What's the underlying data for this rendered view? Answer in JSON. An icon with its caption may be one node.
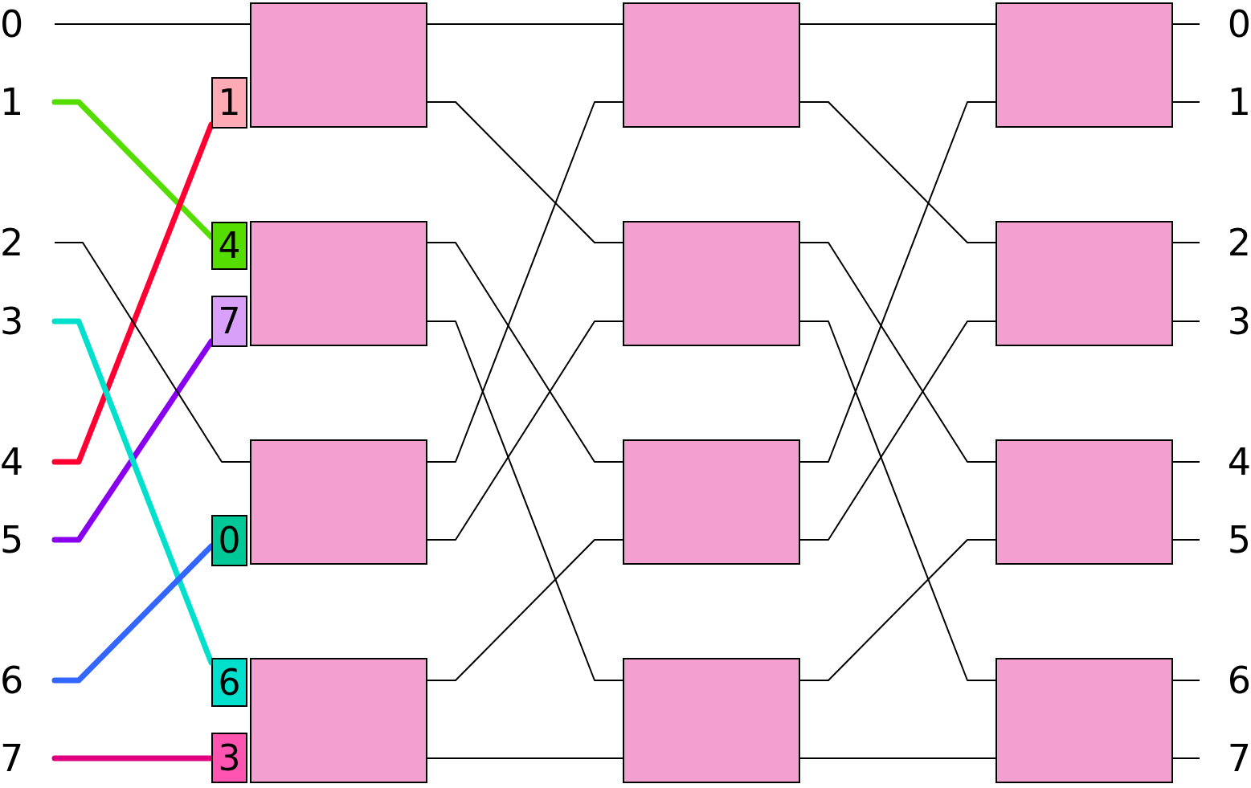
{
  "diagram": {
    "nodes": [
      {
        "text": [
          "0"
        ]
      },
      {
        "text": [
          "1"
        ]
      },
      {
        "text": [
          "2"
        ]
      },
      {
        "text": [
          "3"
        ]
      },
      {
        "text": [
          "4"
        ]
      },
      {
        "text": [
          "5"
        ]
      },
      {
        "text": [
          "6"
        ]
      },
      {
        "text": [
          "7"
        ]
      },
      {
        "text": [
          "1"
        ]
      },
      {
        "text": [
          "4"
        ]
      },
      {
        "text": [
          "7"
        ]
      },
      {
        "text": [
          "0"
        ]
      },
      {
        "text": [
          "6"
        ]
      },
      {
        "text": [
          "3"
        ]
      },
      {
        "text": [],
        "shape": "box"
      },
      {
        "text": [],
        "shape": "box"
      },
      {
        "text": [],
        "shape": "box"
      },
      {
        "text": [],
        "shape": "box"
      },
      {
        "text": [],
        "shape": "box"
      },
      {
        "text": [],
        "shape": "box"
      },
      {
        "text": [],
        "shape": "box"
      },
      {
        "text": [],
        "shape": "box"
      },
      {
        "text": [],
        "shape": "box"
      },
      {
        "text": [],
        "shape": "box"
      },
      {
        "text": [],
        "shape": "box"
      },
      {
        "text": [],
        "shape": "box"
      },
      {
        "text": [
          "0"
        ]
      },
      {
        "text": [
          "1"
        ]
      },
      {
        "text": [
          "2"
        ]
      },
      {
        "text": [
          "3"
        ]
      },
      {
        "text": [
          "4"
        ]
      },
      {
        "text": [
          "5"
        ]
      },
      {
        "text": [
          "6"
        ]
      },
      {
        "text": [
          "7"
        ]
      }
    ],
    "edges": [
      {
        "from": 1,
        "to": 9,
        "arrow": "none",
        "style": "thick",
        "color": "#55dd00"
      },
      {
        "from": 4,
        "to": 8,
        "arrow": "none",
        "style": "thick",
        "color": "#ff0033"
      },
      {
        "from": 5,
        "to": 10,
        "arrow": "none",
        "style": "thick",
        "color": "#8800ee"
      },
      {
        "from": 3,
        "to": 12,
        "arrow": "none",
        "style": "thick",
        "color": "#00e0cc"
      },
      {
        "from": 6,
        "to": 11,
        "arrow": "none",
        "style": "thick",
        "color": "#3366ff"
      },
      {
        "from": 7,
        "to": 13,
        "arrow": "none",
        "style": "thick",
        "color": "#e0007f"
      },
      {
        "from": 0,
        "to": 14,
        "arrow": "none"
      },
      {
        "from": 2,
        "to": 16,
        "arrow": "none"
      },
      {
        "from": 14,
        "to": 18,
        "arrow": "none"
      },
      {
        "from": 14,
        "to": 19,
        "arrow": "none"
      },
      {
        "from": 15,
        "to": 20,
        "arrow": "none"
      },
      {
        "from": 15,
        "to": 21,
        "arrow": "none"
      },
      {
        "from": 16,
        "to": 18,
        "arrow": "none"
      },
      {
        "from": 16,
        "to": 19,
        "arrow": "none"
      },
      {
        "from": 17,
        "to": 20,
        "arrow": "none"
      },
      {
        "from": 17,
        "to": 21,
        "arrow": "none"
      },
      {
        "from": 18,
        "to": 22,
        "arrow": "none"
      },
      {
        "from": 18,
        "to": 23,
        "arrow": "none"
      },
      {
        "from": 19,
        "to": 24,
        "arrow": "none"
      },
      {
        "from": 19,
        "to": 25,
        "arrow": "none"
      },
      {
        "from": 20,
        "to": 22,
        "arrow": "none"
      },
      {
        "from": 20,
        "to": 23,
        "arrow": "none"
      },
      {
        "from": 21,
        "to": 24,
        "arrow": "none"
      },
      {
        "from": 21,
        "to": 25,
        "arrow": "none"
      },
      {
        "from": 22,
        "to": 26,
        "arrow": "none"
      },
      {
        "from": 22,
        "to": 27,
        "arrow": "none"
      },
      {
        "from": 23,
        "to": 28,
        "arrow": "none"
      },
      {
        "from": 23,
        "to": 29,
        "arrow": "none"
      },
      {
        "from": 24,
        "to": 30,
        "arrow": "none"
      },
      {
        "from": 24,
        "to": 31,
        "arrow": "none"
      },
      {
        "from": 25,
        "to": 32,
        "arrow": "none"
      },
      {
        "from": 25,
        "to": 33,
        "arrow": "none"
      }
    ]
  }
}
